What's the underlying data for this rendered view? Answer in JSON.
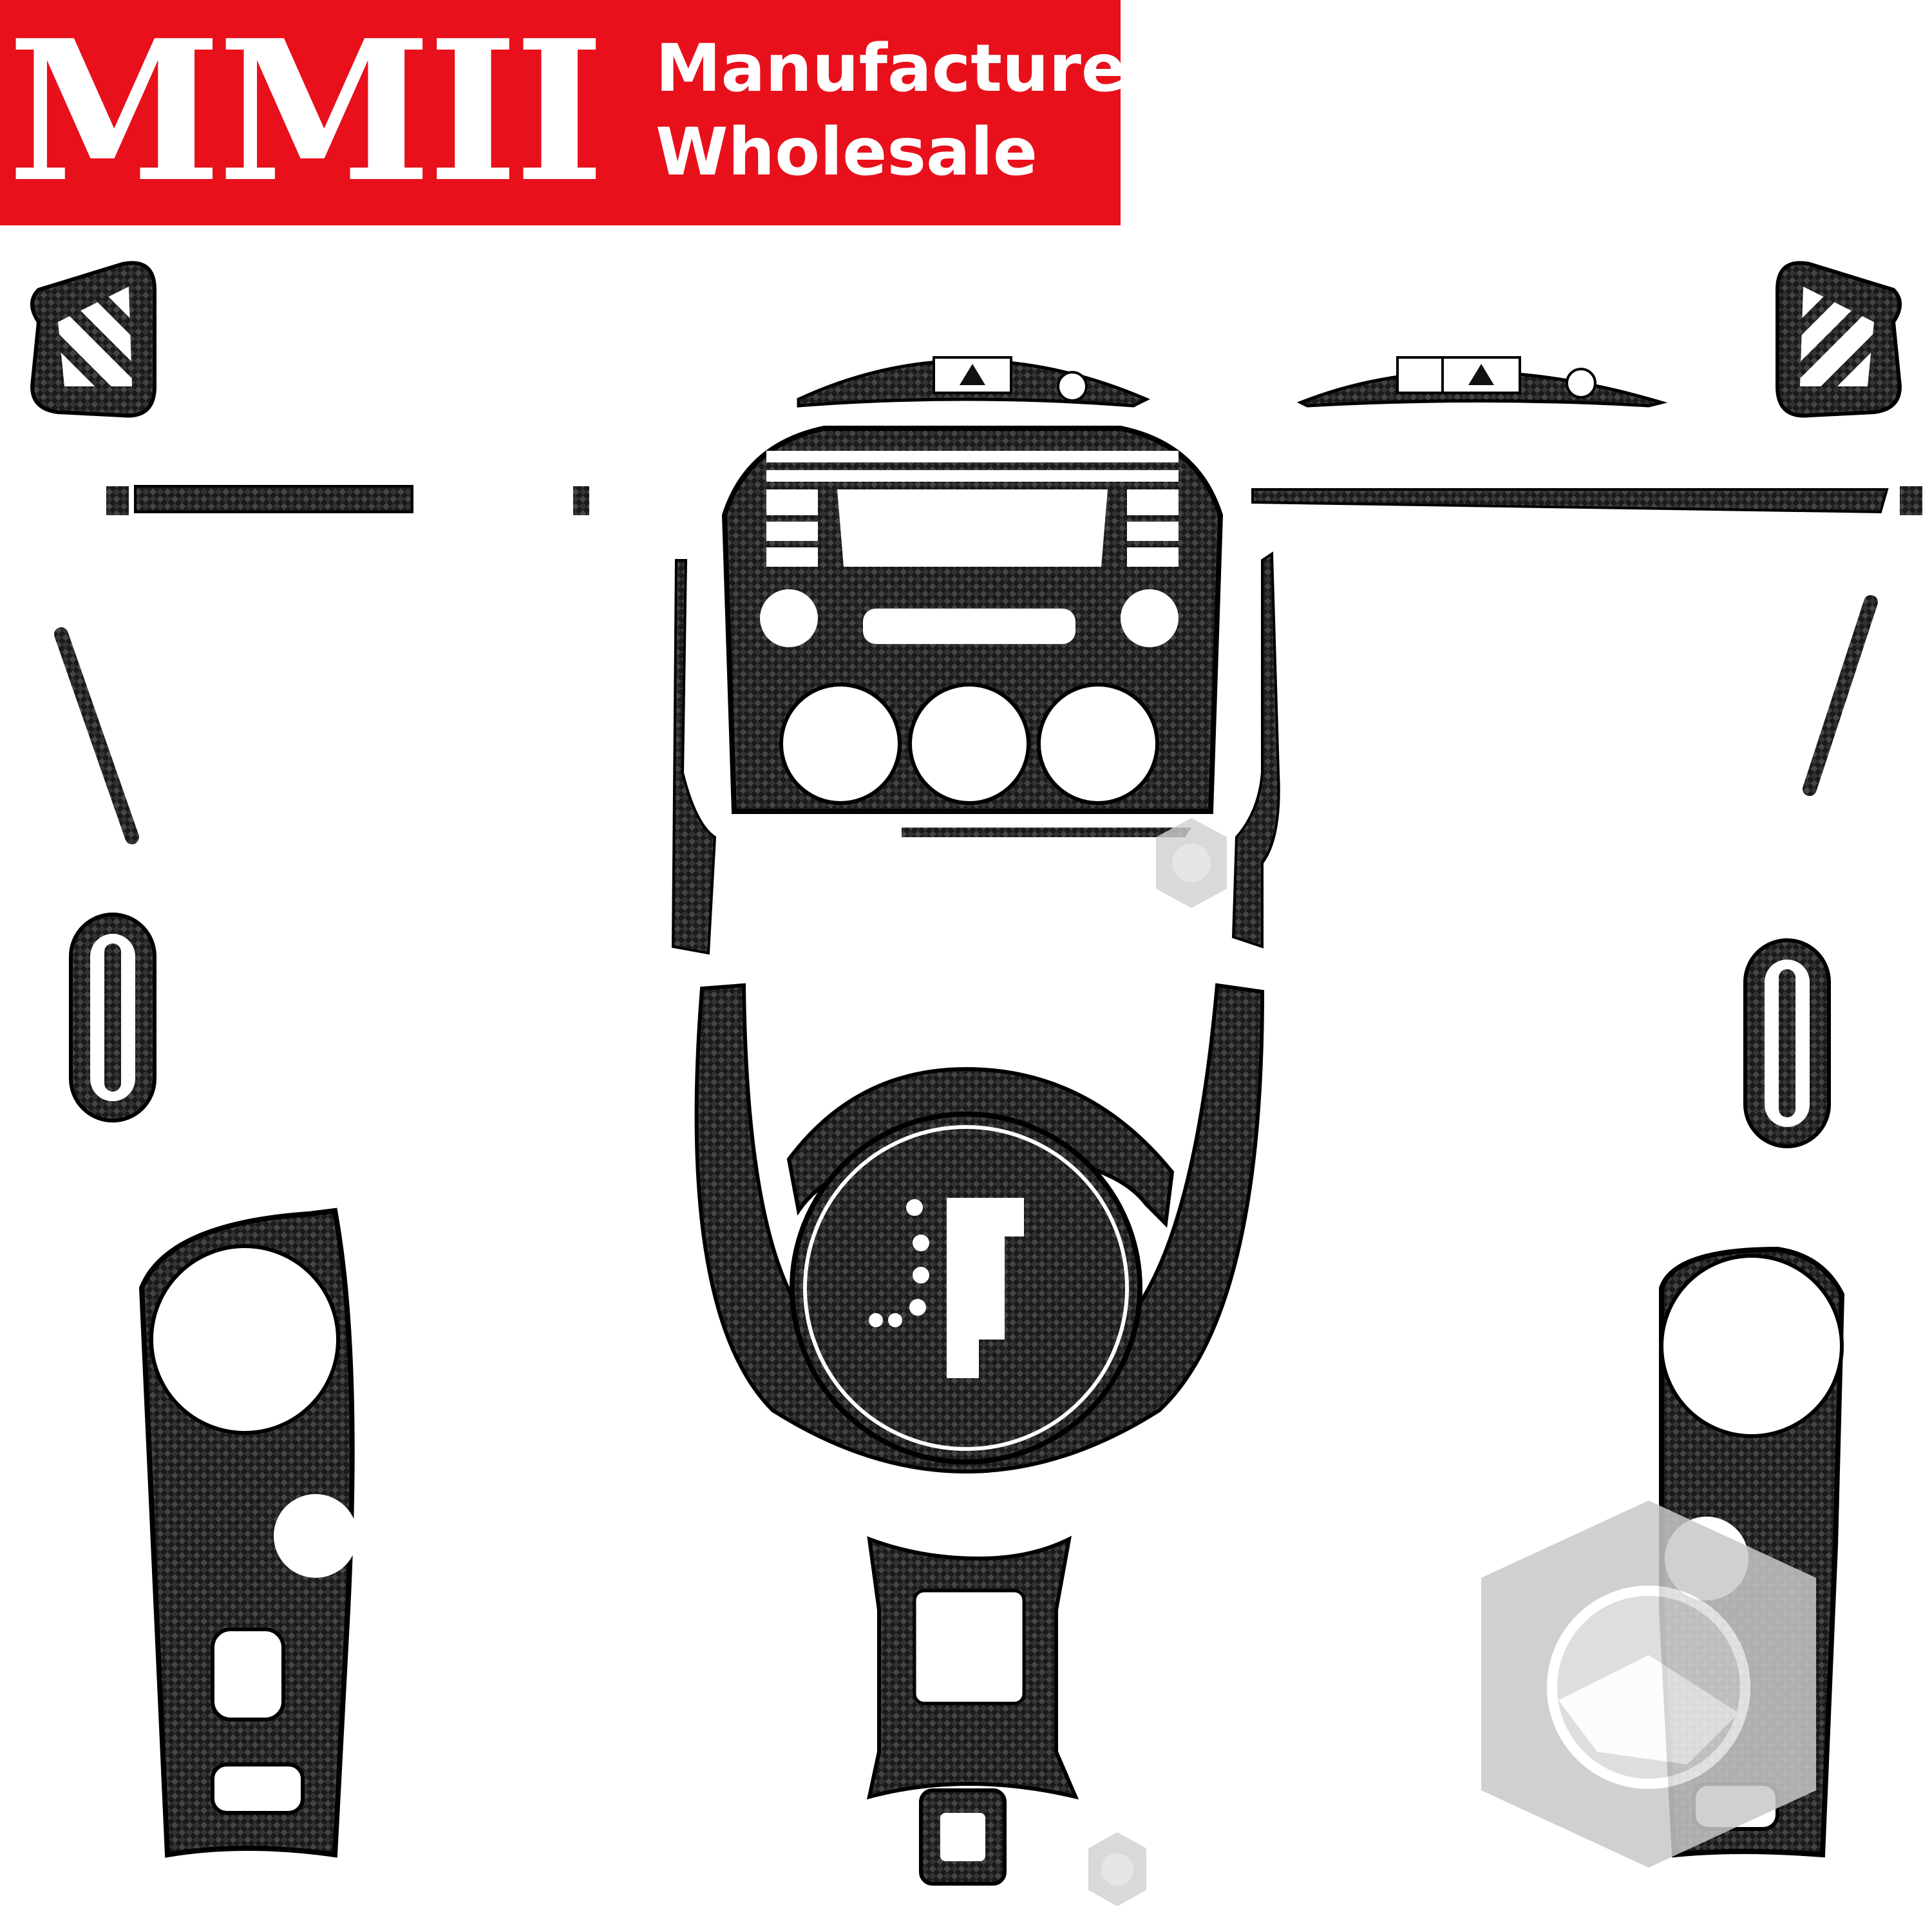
{
  "banner": {
    "logo_text": "MMII",
    "tagline_line1": "Manufacturer",
    "tagline_line2": "Wholesale",
    "background_color": "#e8101b",
    "text_color": "#ffffff"
  },
  "image": {
    "subject": "carbon fiber interior trim kit pieces",
    "part_pattern_colors": [
      "#111111",
      "#3a3a3a",
      "#ffffff"
    ],
    "watermark_icon": "hexagon-helmet-icon"
  }
}
